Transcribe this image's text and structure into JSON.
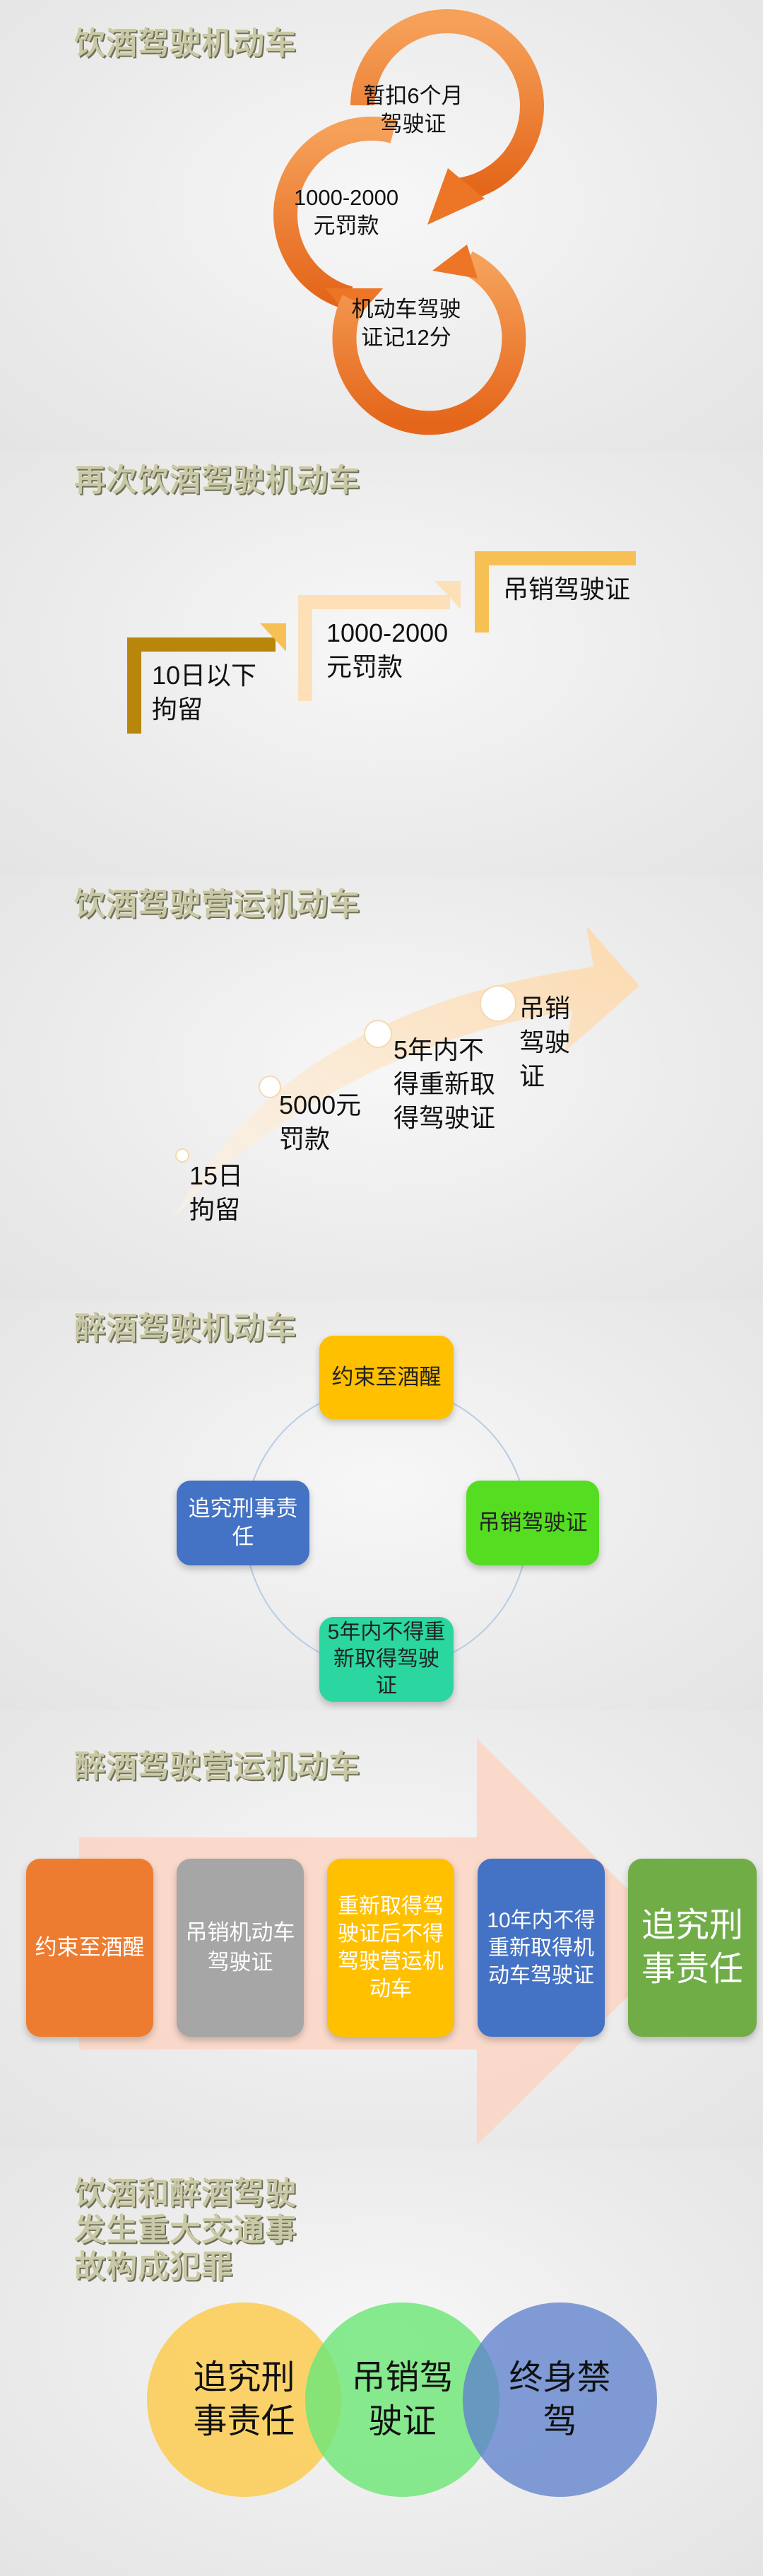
{
  "s1": {
    "title": "饮酒驾驶机动车",
    "items": [
      "暂扣6个月驾驶证",
      "1000-2000元罚款",
      "机动车驾驶证记12分"
    ]
  },
  "s2": {
    "title": "再次饮酒驾驶机动车",
    "steps": [
      "10日以下拘留",
      "1000-2000元罚款",
      "吊销驾驶证"
    ]
  },
  "s3": {
    "title": "饮酒驾驶营运机动车",
    "points": [
      "15日拘留",
      "5000元罚款",
      "5年内不得重新取得驾驶证",
      "吊销驾驶证"
    ]
  },
  "s4": {
    "title": "醉酒驾驶机动车",
    "nodes": [
      "约束至酒醒",
      "吊销驾驶证",
      "5年内不得重新取得驾驶证",
      "追究刑事责任"
    ]
  },
  "s5": {
    "title": "醉酒驾驶营运机动车",
    "boxes": [
      "约束至酒醒",
      "吊销机动车驾驶证",
      "重新取得驾驶证后不得驾驶营运机动车",
      "10年内不得重新取得机动车驾驶证",
      "追究刑事责任"
    ]
  },
  "s6": {
    "title_lines": [
      "饮酒和醉酒驾驶",
      "发生重大交通事",
      "故构成犯罪"
    ],
    "circles": [
      "追究刑事责任",
      "吊销驾驶证",
      "终身禁驾"
    ]
  },
  "colors": {
    "orange": "#ee7c30",
    "gold_dark": "#b8860b",
    "gold": "#f6c054",
    "peach": "#fde0b8",
    "yellow": "#ffc000",
    "green": "#55dd22",
    "teal": "#2bd6a0",
    "blue": "#4472c4",
    "gray": "#a6a6a6",
    "box_green": "#70ad47"
  }
}
